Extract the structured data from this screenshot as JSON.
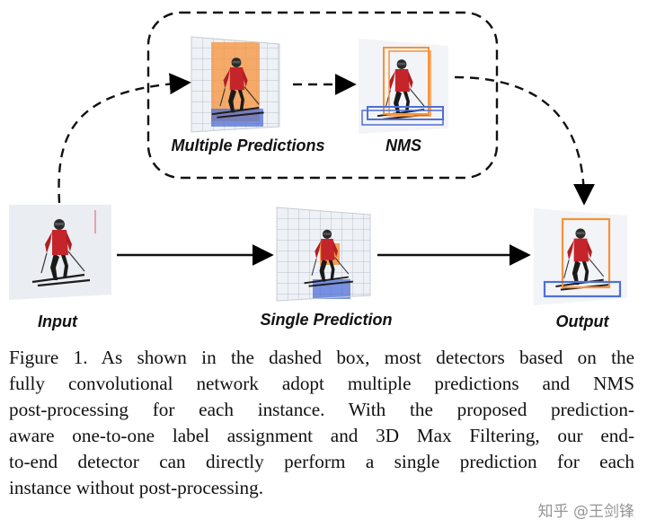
{
  "figure": {
    "labels": {
      "input": "Input",
      "multiple_predictions": "Multiple Predictions",
      "nms": "NMS",
      "single_prediction": "Single Prediction",
      "output": "Output"
    }
  },
  "caption": {
    "lines": [
      "Figure 1. As shown in the dashed box, most detectors based on the",
      "fully convolutional network adopt multiple predictions and NMS",
      "post-processing for each instance.  With the proposed prediction-",
      "aware one-to-one label assignment and 3D Max Filtering, our end-",
      "to-end detector can directly perform a single prediction for each",
      "instance without post-processing."
    ]
  },
  "watermark": "知乎 @王剑锋",
  "colors": {
    "prediction_orange": "#f7923a",
    "box_blue": "#4f6fd8",
    "jacket_red": "#c4252a",
    "grid_line": "#b9c0cc"
  }
}
